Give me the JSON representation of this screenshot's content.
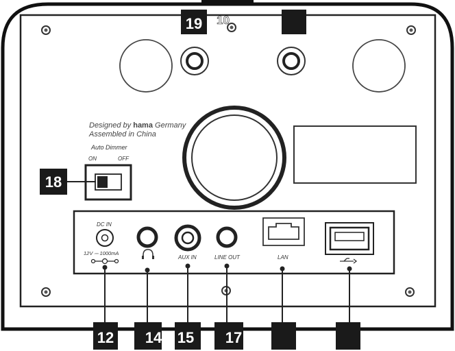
{
  "branding": {
    "designed_prefix": "Designed by",
    "brand": "hama",
    "designed_suffix": "Germany",
    "assembled": "Assembled in China"
  },
  "dimmer": {
    "title": "Auto Dimmer",
    "on": "ON",
    "off": "OFF"
  },
  "ports": {
    "dc_in": "DC IN",
    "dc_rating": "12V ⎓ 1000mA",
    "aux_in": "AUX IN",
    "line_out": "LINE OUT",
    "lan": "LAN"
  },
  "callouts": {
    "c12": "12",
    "c14": "14",
    "c15": "15",
    "c17": "17",
    "c18": "18",
    "c19": "19",
    "c19b": "10"
  }
}
